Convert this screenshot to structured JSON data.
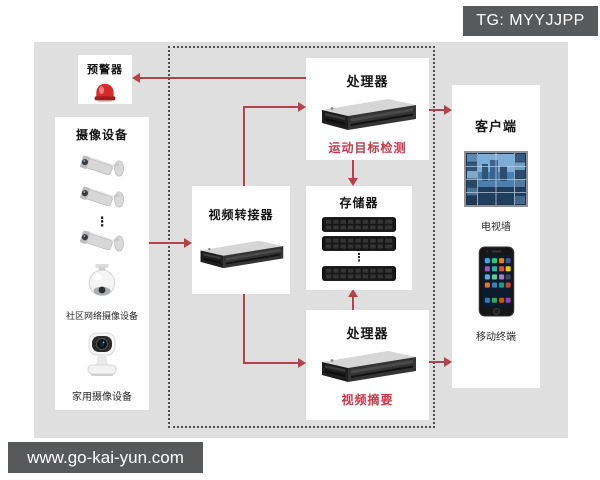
{
  "page": {
    "tg_badge": "TG: MYYJJPP",
    "watermark": "www.go-kai-yun.com"
  },
  "colors": {
    "background_gray": "#dfdfdf",
    "badge_gray": "#58595b",
    "arrow_red": "#b2434b",
    "label_red": "#c9364a",
    "node_white": "#ffffff"
  },
  "icons": {
    "alarm": "siren-icon",
    "bullet_camera": "bullet-camera-icon",
    "dome_camera": "dome-camera-icon",
    "home_camera": "home-camera-icon",
    "server": "rack-server-icon",
    "storage_unit": "storage-array-icon",
    "tv_wall": "tv-wall-icon",
    "phone": "smartphone-icon"
  },
  "nodes": {
    "alarm": {
      "title": "预警器"
    },
    "cameras": {
      "title": "摄像设备",
      "ellipsis": "⋮",
      "community_label": "社区网络摄像设备",
      "home_label": "家用摄像设备"
    },
    "adapter": {
      "title": "视频转接器"
    },
    "processor_top": {
      "title": "处理器",
      "tag": "运动目标检测"
    },
    "storage": {
      "title": "存储器",
      "ellipsis": "⋮"
    },
    "processor_bottom": {
      "title": "处理器",
      "tag": "视频摘要"
    },
    "client": {
      "title": "客户端",
      "tv_label": "电视墙",
      "mobile_label": "移动终端"
    }
  }
}
